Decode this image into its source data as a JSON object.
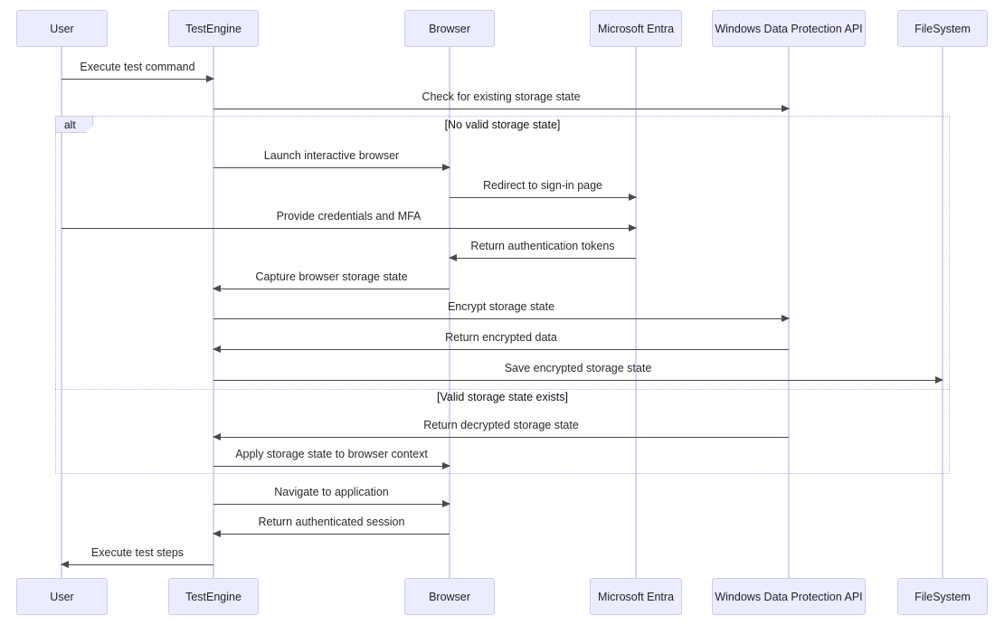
{
  "diagram": {
    "type": "sequence-diagram",
    "participants": [
      {
        "name": "User"
      },
      {
        "name": "TestEngine"
      },
      {
        "name": "Browser"
      },
      {
        "name": "Microsoft Entra"
      },
      {
        "name": "Windows Data Protection API"
      },
      {
        "name": "FileSystem"
      }
    ],
    "alt_frame": {
      "label": "alt",
      "condition_if": "[No valid storage state]",
      "condition_else": "[Valid storage state exists]"
    },
    "messages": [
      {
        "from": "User",
        "to": "TestEngine",
        "label": "Execute test command"
      },
      {
        "from": "TestEngine",
        "to": "Windows Data Protection API",
        "label": "Check for existing storage state"
      },
      {
        "from": "TestEngine",
        "to": "Browser",
        "label": "Launch interactive browser"
      },
      {
        "from": "Browser",
        "to": "Microsoft Entra",
        "label": "Redirect to sign-in page"
      },
      {
        "from": "User",
        "to": "Microsoft Entra",
        "label": "Provide credentials and MFA"
      },
      {
        "from": "Microsoft Entra",
        "to": "Browser",
        "label": "Return authentication tokens"
      },
      {
        "from": "Browser",
        "to": "TestEngine",
        "label": "Capture browser storage state"
      },
      {
        "from": "TestEngine",
        "to": "Windows Data Protection API",
        "label": "Encrypt storage state"
      },
      {
        "from": "Windows Data Protection API",
        "to": "TestEngine",
        "label": "Return encrypted data"
      },
      {
        "from": "TestEngine",
        "to": "FileSystem",
        "label": "Save encrypted storage state"
      },
      {
        "from": "Windows Data Protection API",
        "to": "TestEngine",
        "label": "Return decrypted storage state"
      },
      {
        "from": "TestEngine",
        "to": "Browser",
        "label": "Apply storage state to browser context"
      },
      {
        "from": "TestEngine",
        "to": "Browser",
        "label": "Navigate to application"
      },
      {
        "from": "Browser",
        "to": "TestEngine",
        "label": "Return authenticated session"
      },
      {
        "from": "TestEngine",
        "to": "User",
        "label": "Execute test steps"
      }
    ],
    "colors": {
      "participant_fill": "#ECECFF",
      "participant_border": "#CFCBEF",
      "lifeline": "#D8D4F0",
      "arrow": "#4A4A4A",
      "frame_border": "#B5AEDE",
      "background": "#FFFFFF",
      "text": "#222222"
    }
  }
}
